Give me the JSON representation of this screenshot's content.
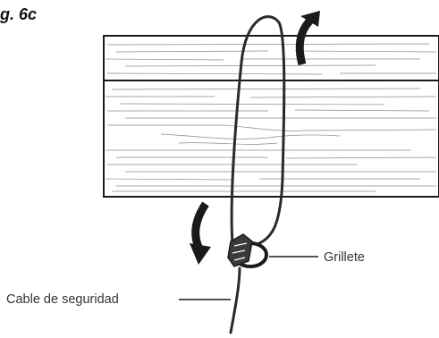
{
  "figure": {
    "label": "g. 6c"
  },
  "labels": {
    "shackle": "Grillete",
    "cable": "Cable de seguridad"
  },
  "colors": {
    "ink": "#1a1a1a",
    "board_fill": "#ffffff",
    "grain": "#8a8a8a",
    "cable": "#2a2a2a",
    "shackle_fill": "#3a3a3a"
  }
}
